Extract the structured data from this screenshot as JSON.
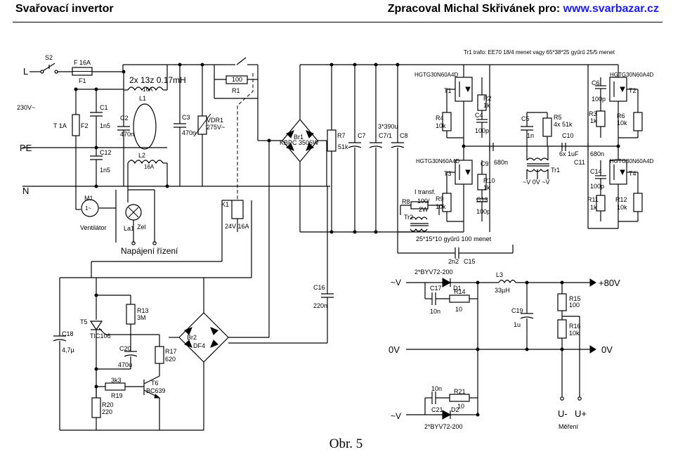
{
  "header": {
    "title": "Svařovací invertor",
    "credit_prefix": "Zpracoval Michal Skřivánek pro: ",
    "credit_link": "www.svarbazar.cz"
  },
  "caption": "Obr. 5",
  "labels": {
    "L": "L",
    "PE": "PE",
    "N": "N",
    "v230": "230V~",
    "S2": "S2",
    "F16A": "F 16A",
    "F1": "F1",
    "T1A": "T 1A",
    "F2": "F2",
    "C1": "C1",
    "C1v": "1n5",
    "C12": "C12",
    "C12v": "1n5",
    "C2": "C2",
    "C2v": "470n",
    "L1v": "2x 13z 0.17mH",
    "L1a": "16A",
    "L1": "L1",
    "L2": "L2",
    "L2a": "16A",
    "C3": "C3",
    "C3v": "470n",
    "VDR1": "VDR1",
    "VDR1v": "275V~",
    "R1v": "100",
    "R1": "R1",
    "M1": "M1",
    "Vent": "Ventilátor",
    "La1": "La1",
    "Zel": "Zel",
    "Napajeni": "Napájení řízení",
    "K1": "K1",
    "K1v": "24V 16A",
    "Br1": "Br1",
    "Br1v": "KBPC 3506W",
    "R7": "R7",
    "R7v": "51k",
    "C7": "C7",
    "C71": "C7/1",
    "C8": "C8",
    "C78v": "3*390u",
    "Tr1note": "Tr1 trafo: EE70 18/4 menet vagy 65*38*25 gyűrű 25/5 menet",
    "HGT": "HGTG30N60A4D",
    "T1": "T1",
    "T2": "T2",
    "T3": "T3",
    "T4": "T4",
    "R2": "R2",
    "R2v": "1k",
    "R4": "R4",
    "R4v": "10k",
    "C4": "C4",
    "C4v": "100p",
    "C9": "C9",
    "C9v": "680n",
    "C5": "C5",
    "C5v": "1n",
    "R5": "R5",
    "R5v": "4x 51k",
    "C10": "C10",
    "C10v": "6x 1uF",
    "C11": "C11",
    "C11v": "680n",
    "C6": "C6",
    "C6v": "100p",
    "R3": "R3",
    "R3v": "1k",
    "R6": "R6",
    "R6v": "10k",
    "R10": "R10",
    "R10v": "1k",
    "R9": "R9",
    "R9v": "10k",
    "C13": "C13",
    "C13v": "100p",
    "C14": "C14",
    "C14v": "100p",
    "R11": "R11",
    "R11v": "1k",
    "R12": "R12",
    "R12v": "10k",
    "Tr1": "Tr1",
    "Tr1out": "~V 0V ~V",
    "R8": "R8",
    "Itransf": "I transf.",
    "R8v": "100/",
    "R8p": "2W",
    "Tr2": "Tr2",
    "Tr2note": "25*15*10 gyűrű 100 menet",
    "C15v": "2n2",
    "C15": "C15",
    "C16": "C16",
    "C16v": "220n",
    "T5": "T5",
    "T5v": "TIC106",
    "C18": "C18",
    "C18v": "4,7µ",
    "R13": "R13",
    "R13v": "3M",
    "C20": "C20",
    "C20v": "470u",
    "R17": "R17",
    "R17v": "620",
    "R19v": "3k3",
    "R19": "R19",
    "T6": "T6",
    "T6v": "BC639",
    "R20": "R20",
    "R20v": "220",
    "Br2": "Br2",
    "DF4": "DF4",
    "acV1": "~V",
    "D1v": "2*BYV72-200",
    "D1": "D1",
    "C17": "C17",
    "C17v": "10n",
    "R14": "R14",
    "R14v": "10",
    "L3": "L3",
    "L3v": "33µH",
    "C19": "C19",
    "C19v": "1u",
    "R15": "R15",
    "R15v": "100",
    "R16": "R16",
    "R16v": "10k",
    "plus80": "+80V",
    "zero1": "0V",
    "zero2": "0V",
    "acV2": "~V",
    "C21v": "10n",
    "C21": "C21",
    "R21": "R21",
    "R21v": "10",
    "D2": "D2",
    "D2v": "2*BYV72-200",
    "Uminus": "U-",
    "Uplus": "U+",
    "Mereni": "Měření"
  }
}
